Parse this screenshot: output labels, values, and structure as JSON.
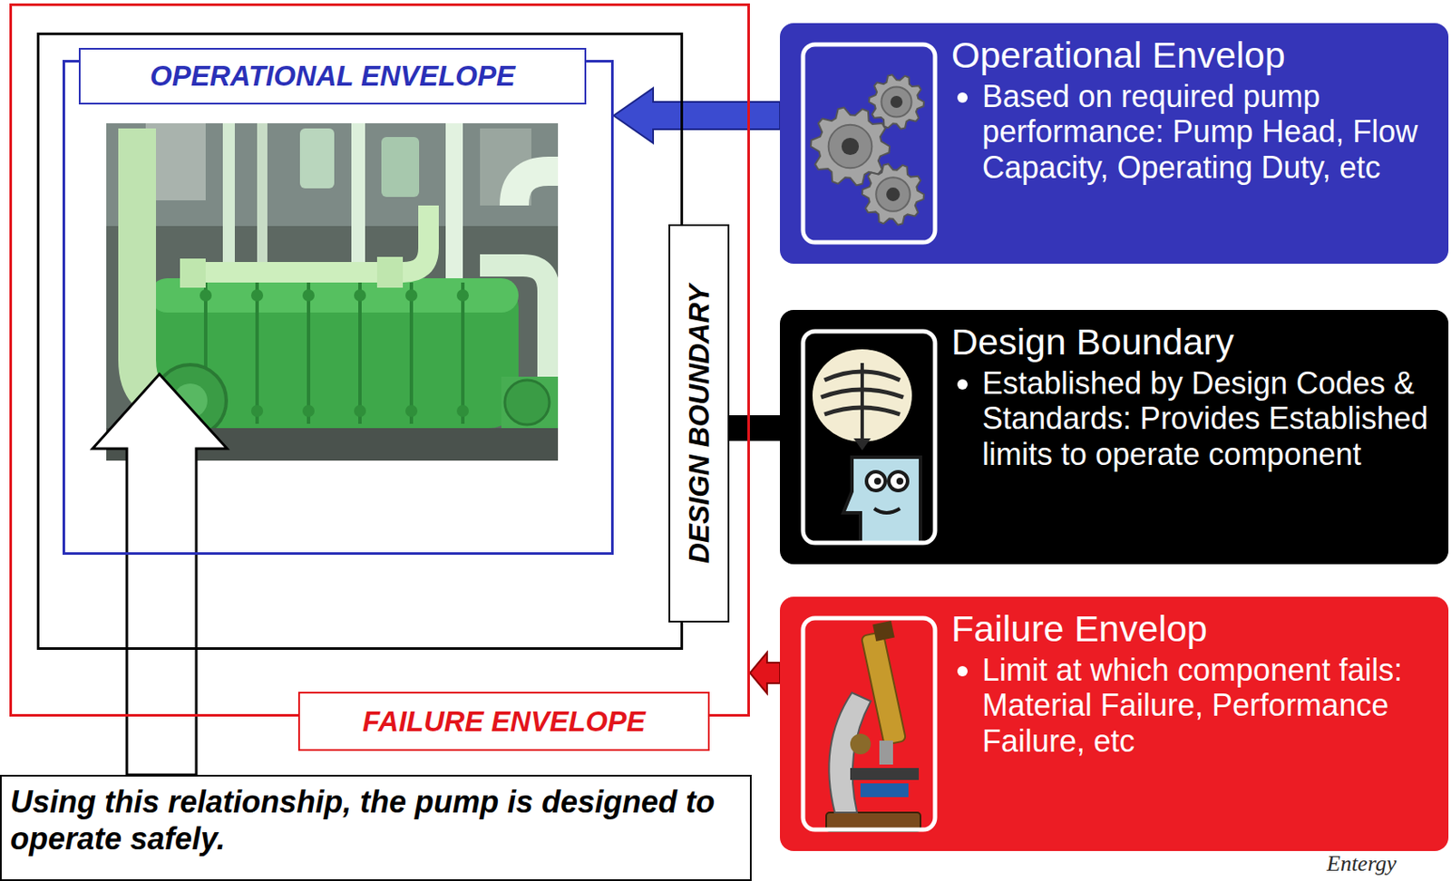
{
  "diagram": {
    "nodes": [
      {
        "text": [
          "FAILURE ENVELOPE"
        ]
      },
      {
        "text": [
          "DESIGN BOUNDARY"
        ],
        "in": 0
      },
      {
        "text": [
          "OPERATIONAL ENVELOPE"
        ],
        "in": 1
      },
      {
        "text": [
          "Using this relationship, the pump is designed to operate safely."
        ]
      },
      {
        "text": [
          "Operational Envelop",
          "Based on required pump performance: Pump Head, Flow Capacity, Operating Duty, etc"
        ]
      },
      {
        "text": [
          "Design Boundary",
          "Established by Design Codes & Standards: Provides Established limits to operate component"
        ]
      },
      {
        "text": [
          "Failure Envelop",
          "Limit at which component fails: Material Failure, Performance Failure, etc"
        ]
      }
    ],
    "edges": [
      {
        "from": 4,
        "to": 2,
        "arrow": "to"
      },
      {
        "from": 5,
        "to": 1,
        "arrow": "to"
      },
      {
        "from": 6,
        "to": 0,
        "arrow": "to"
      }
    ],
    "labels": [
      "Entergy"
    ]
  }
}
